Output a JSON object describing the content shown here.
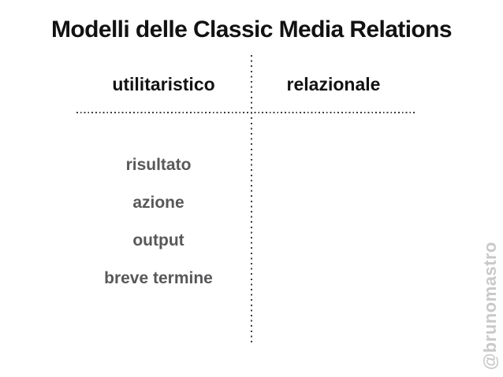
{
  "slide": {
    "title": "Modelli delle Classic Media Relations",
    "columns": {
      "left_header": "utilitaristico",
      "right_header": "relazionale"
    },
    "left_items": [
      "risultato",
      "azione",
      "output",
      "breve termine"
    ],
    "right_items": [],
    "watermark": "@brunomastro",
    "colors": {
      "background": "#ffffff",
      "title_text": "#121212",
      "header_text": "#121212",
      "item_text": "#58585a",
      "dotted_lines": "#3c3c3c",
      "watermark_text": "#c9c9c9"
    }
  }
}
